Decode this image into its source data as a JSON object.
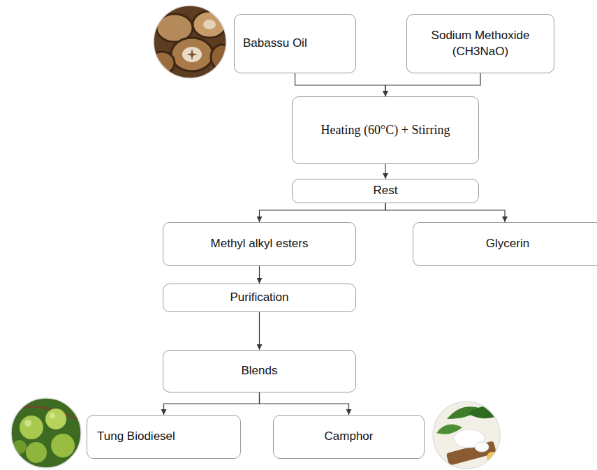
{
  "diagram": {
    "nodes": [
      {
        "text": [
          "Babassu Oil"
        ]
      },
      {
        "text": [
          "Sodium Methoxide (CH3NaO)"
        ]
      },
      {
        "text": [
          "Heating (60°C) + Stirring"
        ]
      },
      {
        "text": [
          "Rest"
        ]
      },
      {
        "text": [
          "Methyl alkyl esters"
        ]
      },
      {
        "text": [
          "Glycerin"
        ]
      },
      {
        "text": [
          "Purification"
        ]
      },
      {
        "text": [
          "Blends"
        ]
      },
      {
        "text": [
          "Tung Biodiesel"
        ]
      },
      {
        "text": [
          "Camphor"
        ]
      }
    ],
    "edges": [
      {
        "from": 0,
        "to": 2,
        "arrow": "to"
      },
      {
        "from": 1,
        "to": 2,
        "arrow": "to"
      },
      {
        "from": 2,
        "to": 3,
        "arrow": "to"
      },
      {
        "from": 3,
        "to": 4,
        "arrow": "to"
      },
      {
        "from": 3,
        "to": 5,
        "arrow": "to"
      },
      {
        "from": 4,
        "to": 6,
        "arrow": "to"
      },
      {
        "from": 6,
        "to": 7,
        "arrow": "to"
      },
      {
        "from": 7,
        "to": 8,
        "arrow": "to"
      },
      {
        "from": 7,
        "to": 9,
        "arrow": "to"
      }
    ]
  }
}
